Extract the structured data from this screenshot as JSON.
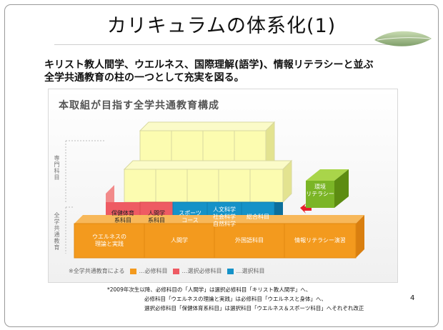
{
  "slide": {
    "title": "カリキュラムの体系化(1)",
    "body_lines": [
      "キリスト教人間学、ウエルネス、国際理解(語学)、情報リテラシーと並ぶ",
      "全学共通教育の柱の一つとして充実を図る。"
    ],
    "page_number": "4"
  },
  "figure": {
    "title": "本取組が目指す全学共通教育構成",
    "side_labels": {
      "upper": "専門科目",
      "lower": "全学共通教育"
    },
    "red_blocks": [
      "保健体育\n系科目",
      "人間学\n系科目"
    ],
    "blue_blocks": [
      "スポーツ\nコース",
      "人文科学\n社会科学\n自然科学",
      "総合科目"
    ],
    "orange_blocks": [
      "ウエルネスの\n理論と実践",
      "人間学",
      "外国語科目",
      "情報リテラシー演習"
    ],
    "env_block": "環境\nリテラシー",
    "legend": {
      "prefix": "※全学共通教育による",
      "items": [
        {
          "label": "…必修科目",
          "color": "#f39a1e"
        },
        {
          "label": "…選択必修科目",
          "color": "#ee5b63"
        },
        {
          "label": "…選択科目",
          "color": "#1592c8"
        }
      ]
    }
  },
  "footnote_lines": [
    "*2009年次生以降、必修科目の「人間学」は選択必修科目「キリスト教人間学」へ、",
    "必修科目「ウエルネスの理論と実践」は必修科目「ウエルネスと身体」へ、",
    "選択必修科目「保健体育系科目」は選択科目「ウエルネス＆スポーツ科目」へそれぞれ改正"
  ]
}
